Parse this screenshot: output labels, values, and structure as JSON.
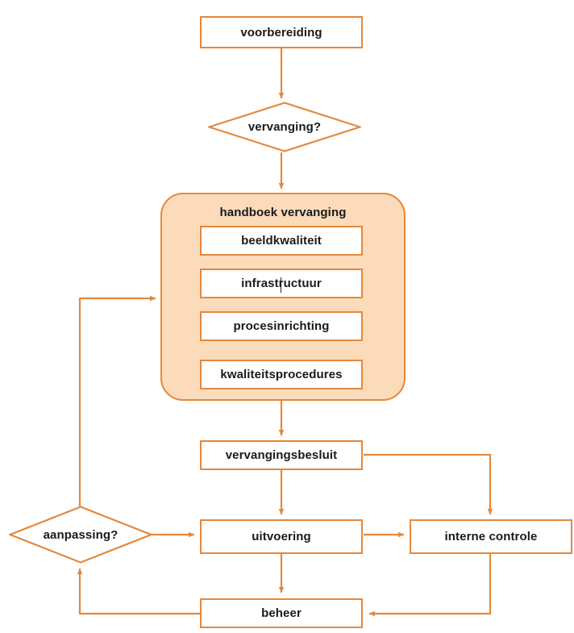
{
  "diagram": {
    "title": "voorbereiding flowchart",
    "language": "nl",
    "colors": {
      "line": "#E5883B",
      "group_fill": "#FBDBBA",
      "node_fill": "#FFFFFF",
      "text": "#1A1A1A"
    },
    "nodes": {
      "voorbereiding": {
        "label": "voorbereiding",
        "shape": "rectangle"
      },
      "vervanging": {
        "label": "vervanging?",
        "shape": "diamond"
      },
      "handboek": {
        "label": "handboek vervanging",
        "shape": "group"
      },
      "beeldkwaliteit": {
        "label": "beeldkwaliteit",
        "shape": "rectangle"
      },
      "infrastructuur": {
        "label": "infrastructuur",
        "shape": "rectangle"
      },
      "procesinrichting": {
        "label": "procesinrichting",
        "shape": "rectangle"
      },
      "kwaliteitsprocedures": {
        "label": "kwaliteitsprocedures",
        "shape": "rectangle"
      },
      "vervangingsbesluit": {
        "label": "vervangingsbesluit",
        "shape": "rectangle"
      },
      "aanpassing": {
        "label": "aanpassing?",
        "shape": "diamond"
      },
      "uitvoering": {
        "label": "uitvoering",
        "shape": "rectangle"
      },
      "interne_controle": {
        "label": "interne controle",
        "shape": "rectangle"
      },
      "beheer": {
        "label": "beheer",
        "shape": "rectangle"
      }
    },
    "edges": [
      {
        "from": "voorbereiding",
        "to": "vervanging",
        "arrow": true
      },
      {
        "from": "vervanging",
        "to": "handboek",
        "arrow": true
      },
      {
        "from": "beeldkwaliteit",
        "to": "infrastructuur",
        "arrow": false
      },
      {
        "from": "infrastructuur",
        "to": "procesinrichting",
        "arrow": false
      },
      {
        "from": "procesinrichting",
        "to": "kwaliteitsprocedures",
        "arrow": true
      },
      {
        "from": "handboek",
        "to": "vervangingsbesluit",
        "arrow": true
      },
      {
        "from": "vervangingsbesluit",
        "to": "uitvoering",
        "arrow": true
      },
      {
        "from": "vervangingsbesluit",
        "to": "interne_controle",
        "arrow": true
      },
      {
        "from": "aanpassing",
        "to": "uitvoering",
        "arrow": true
      },
      {
        "from": "uitvoering",
        "to": "interne_controle",
        "arrow": true
      },
      {
        "from": "uitvoering",
        "to": "beheer",
        "arrow": true
      },
      {
        "from": "interne_controle",
        "to": "beheer",
        "arrow": true
      },
      {
        "from": "beheer",
        "to": "aanpassing",
        "arrow": true
      },
      {
        "from": "aanpassing",
        "to": "handboek",
        "arrow": true
      }
    ]
  }
}
